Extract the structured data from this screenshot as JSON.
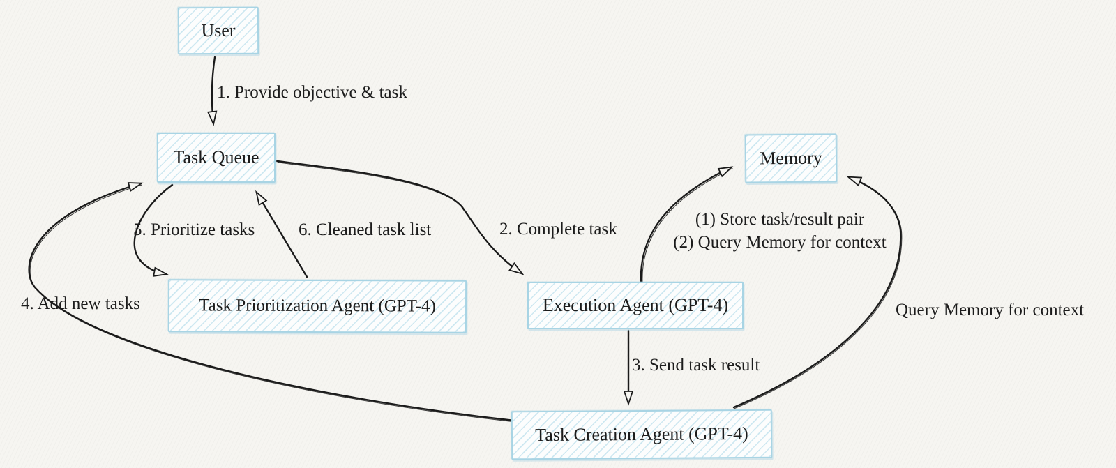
{
  "diagram": {
    "colors": {
      "background": "#f6f5f1",
      "box_border": "#a8d4e4",
      "box_hatch": "#c2e2ee",
      "arrow": "#1a1a1a",
      "text": "#1c1c1c"
    },
    "nodes": {
      "user": {
        "label": "User"
      },
      "task_queue": {
        "label": "Task Queue"
      },
      "memory": {
        "label": "Memory"
      },
      "task_prioritization_agent": {
        "label": "Task Prioritization Agent (GPT-4)"
      },
      "execution_agent": {
        "label": "Execution Agent (GPT-4)"
      },
      "task_creation_agent": {
        "label": "Task Creation Agent (GPT-4)"
      }
    },
    "edges": {
      "provide_objective": {
        "label": "1. Provide objective & task",
        "from": "User",
        "to": "Task Queue"
      },
      "complete_task": {
        "label": "2. Complete task",
        "from": "Task Queue",
        "to": "Execution Agent (GPT-4)"
      },
      "send_task_result": {
        "label": "3. Send task result",
        "from": "Execution Agent (GPT-4)",
        "to": "Task Creation Agent (GPT-4)"
      },
      "add_new_tasks": {
        "label": "4. Add new tasks",
        "from": "Task Creation Agent (GPT-4)",
        "to": "Task Queue"
      },
      "prioritize_tasks": {
        "label": "5. Prioritize tasks",
        "from": "Task Queue",
        "to": "Task Prioritization Agent (GPT-4)"
      },
      "cleaned_task_list": {
        "label": "6. Cleaned task list",
        "from": "Task Prioritization Agent (GPT-4)",
        "to": "Task Queue"
      },
      "execution_to_memory": {
        "label_line1": "(1) Store task/result pair",
        "label_line2": "(2) Query Memory for context",
        "from": "Execution Agent (GPT-4)",
        "to": "Memory"
      },
      "creation_to_memory": {
        "label": "Query Memory for context",
        "from": "Task Creation Agent (GPT-4)",
        "to": "Memory"
      }
    }
  }
}
